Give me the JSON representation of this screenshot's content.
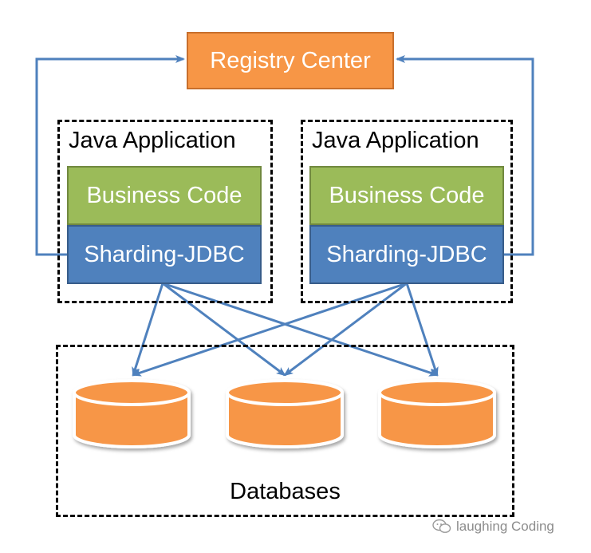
{
  "registry": {
    "label": "Registry Center"
  },
  "apps": [
    {
      "title": "Java Application",
      "business_label": "Business Code",
      "sharding_label": "Sharding-JDBC"
    },
    {
      "title": "Java Application",
      "business_label": "Business Code",
      "sharding_label": "Sharding-JDBC"
    }
  ],
  "databases": {
    "label": "Databases",
    "count": 3
  },
  "watermark": {
    "text": "laughing Coding"
  },
  "colors": {
    "registry": "#f79646",
    "business": "#9bbb59",
    "sharding": "#4f81bd",
    "arrow": "#4f81bd",
    "database": "#f79646"
  }
}
